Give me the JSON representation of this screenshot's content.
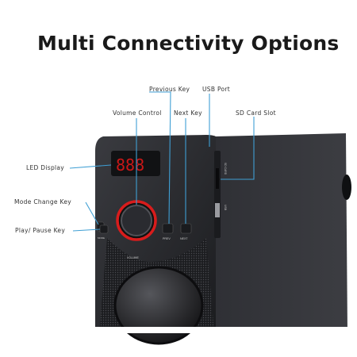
{
  "title": "Multi Connectivity Options",
  "labels": {
    "previous_key": "Previous Key",
    "usb_port": "USB Port",
    "volume_control": "Volume Control",
    "next_key": "Next Key",
    "sd_card_slot": "SD Card Slot",
    "led_display": "LED Display",
    "mode_change_key": "Mode Change Key",
    "play_pause_key": "Play/ Pause Key"
  },
  "device": {
    "display_text": "888",
    "prev_button_label": "PREV",
    "next_button_label": "NEXT",
    "volume_label": "VOLUME",
    "mode_button_label": "MODE",
    "sd_label": "SD CARD",
    "usb_label": "USB"
  },
  "colors": {
    "callout_line": "#3f9fd4",
    "body": "#26272b",
    "led": "#e01818",
    "knob_ring": "#d81c1c"
  }
}
